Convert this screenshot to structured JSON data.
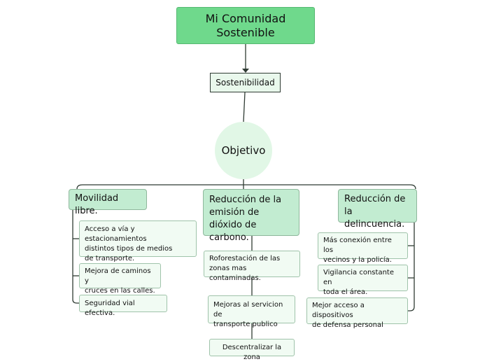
{
  "root": {
    "label": "Mi Comunidad\nSostenible"
  },
  "concept": {
    "label": "Sostenibilidad"
  },
  "objective": {
    "label": "Objetivo"
  },
  "branches": [
    {
      "label": "Movilidad libre.",
      "children": [
        "Acceso a  vía y estacionamientos\ndistintos tipos de medios\nde transporte.",
        "Mejora de caminos y\ncruces en las calles.",
        "Seguridad vial efectiva."
      ]
    },
    {
      "label": "Reducción de la\nemisión de\ndióxido de carbono.",
      "children": [
        "Roforestación de las\nzonas mas contaminadas.",
        "Mejoras al servicion de\ntransporte publico",
        "Descentralizar la zona"
      ]
    },
    {
      "label": "Reducción de la\ndelincuencia.",
      "children": [
        "Más conexión entre los\nvecinos y la policía.",
        "Vigilancia constante en\ntoda el área.",
        "Mejor acceso a dispositivos\n de defensa personal"
      ]
    }
  ],
  "colors": {
    "root_fill": "#6fd98c",
    "main_fill": "#c2ecd1",
    "sub_fill": "#f1fbf3",
    "objective_fill": "#e1f7e6",
    "connector": "#2f3b33"
  }
}
